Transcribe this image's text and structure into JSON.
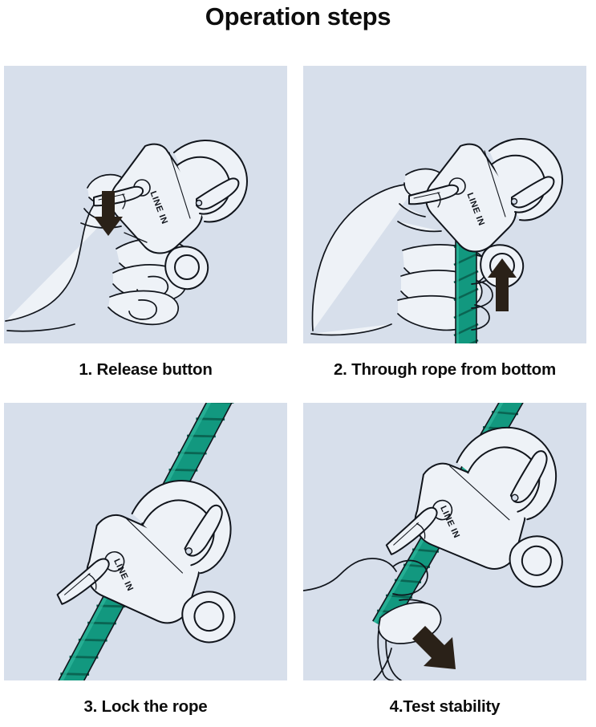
{
  "page": {
    "title": "Operation steps",
    "background_color": "#ffffff",
    "panel_background_color": "#d7dfeb",
    "rope_color": "#12987f",
    "rope_shadow_color": "#0d6f5d",
    "outline_color": "#11151c",
    "arrow_color": "#2a2118",
    "hook_fill_color": "#eef2f7",
    "text_color": "#0d0d0d"
  },
  "steps": [
    {
      "number": "1",
      "caption": "1. Release button",
      "device_label": "LINE IN",
      "arrow": "down-arrow",
      "has_rope": false,
      "scene": "hand-holding-snap-hook-pressing-release-button"
    },
    {
      "number": "2",
      "caption": "2. Through rope from bottom",
      "device_label": "LINE IN",
      "arrow": "up-arrow",
      "has_rope": true,
      "scene": "hand-threading-rope-up-through-snap-hook"
    },
    {
      "number": "3",
      "caption": "3. Lock the rope",
      "device_label": "LINE IN",
      "arrow": "none",
      "has_rope": true,
      "scene": "snap-hook-locked-on-diagonal-rope"
    },
    {
      "number": "4",
      "caption": "4.Test stability",
      "device_label": "LINE IN",
      "arrow": "down-right-arrow",
      "has_rope": true,
      "scene": "hand-pulling-rope-down-to-test-stability"
    }
  ]
}
